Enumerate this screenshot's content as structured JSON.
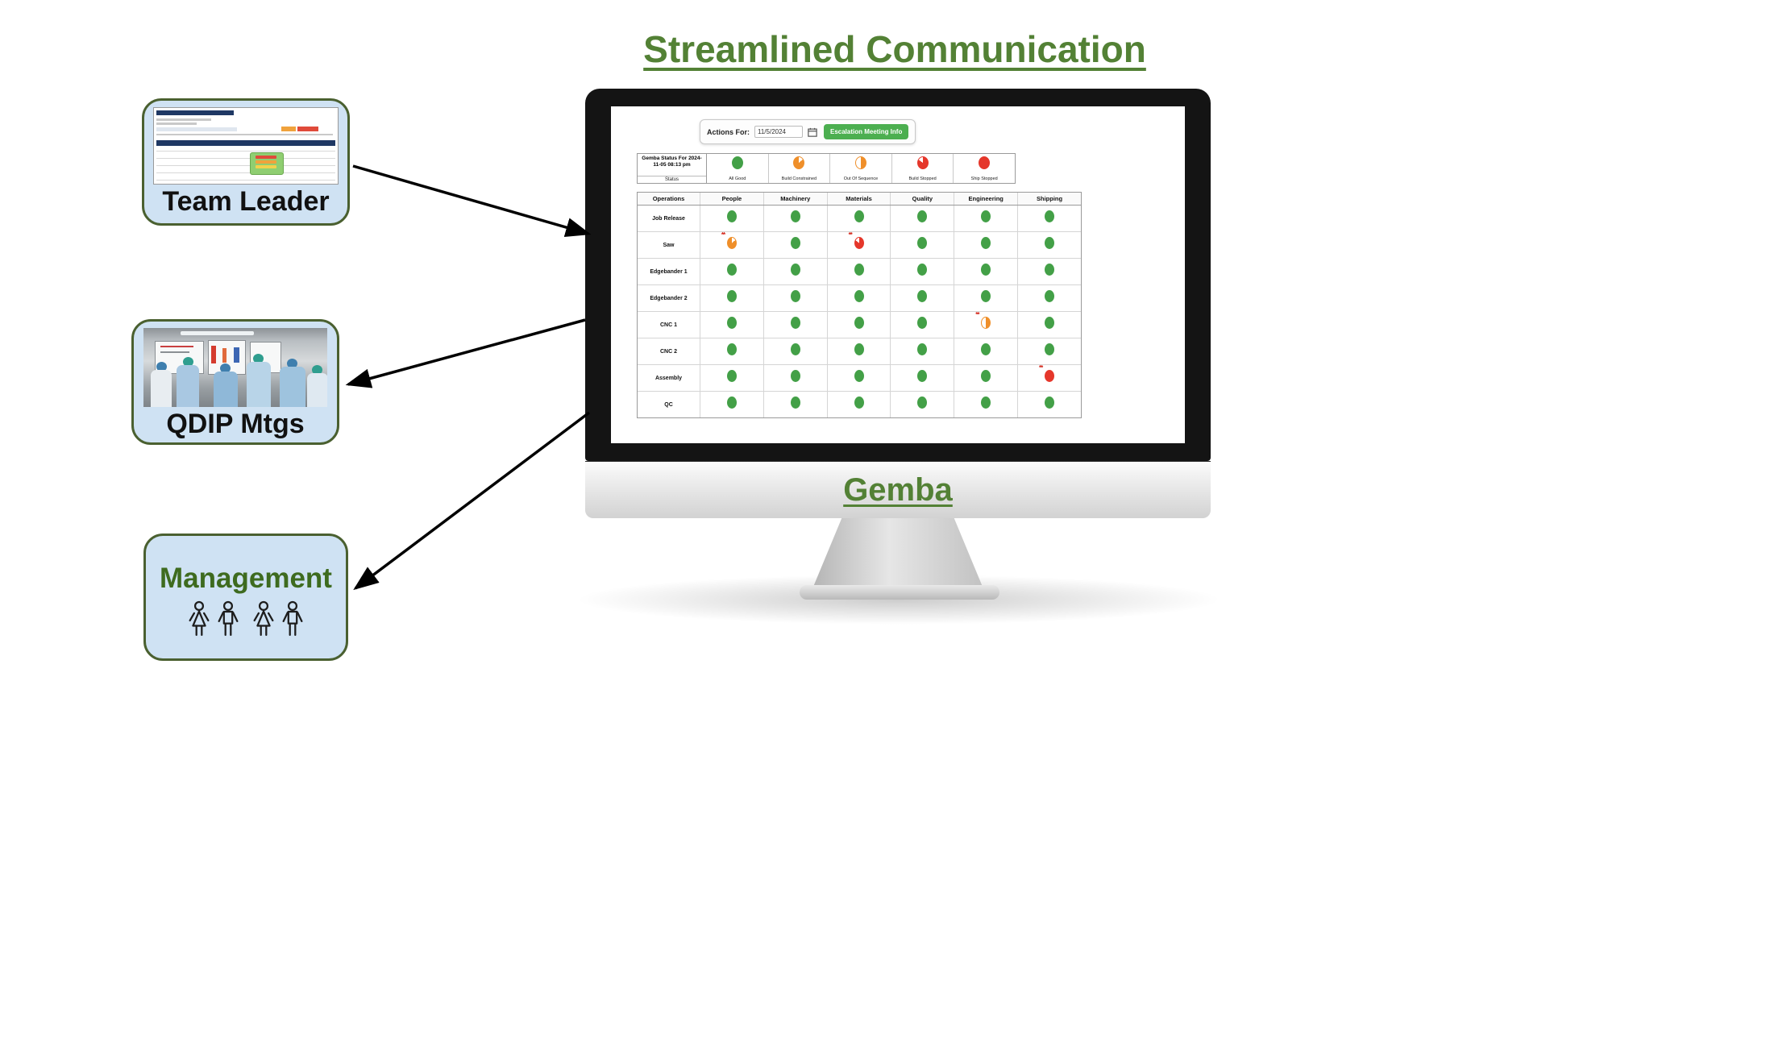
{
  "title": "Streamlined Communication",
  "monitor_label": "Gemba",
  "boxes": {
    "team_leader": {
      "label": "Team Leader"
    },
    "qdip": {
      "label": "QDIP Mtgs"
    },
    "management": {
      "label": "Management"
    }
  },
  "screen": {
    "toolbar": {
      "actions_label": "Actions For:",
      "date_value": "11/5/2024",
      "button_label": "Escalation Meeting Info"
    },
    "legend": {
      "title": "Gemba Status For 2024-11-05 08:13 pm",
      "status_label": "Status",
      "items": [
        {
          "label": "All Good",
          "status": "g"
        },
        {
          "label": "Build Constrained",
          "status": "bc"
        },
        {
          "label": "Out Of Sequence",
          "status": "oos"
        },
        {
          "label": "Build Stopped",
          "status": "bs"
        },
        {
          "label": "Ship Stopped",
          "status": "ss"
        }
      ]
    },
    "table": {
      "columns": [
        "Operations",
        "People",
        "Machinery",
        "Materials",
        "Quality",
        "Engineering",
        "Shipping"
      ],
      "rows": [
        {
          "name": "Job Release",
          "cells": [
            "g",
            "g",
            "g",
            "g",
            "g",
            "g"
          ]
        },
        {
          "name": "Saw",
          "cells": [
            "bc*",
            "g",
            "bs*",
            "g",
            "g",
            "g"
          ]
        },
        {
          "name": "Edgebander 1",
          "cells": [
            "g",
            "g",
            "g",
            "g",
            "g",
            "g"
          ]
        },
        {
          "name": "Edgebander 2",
          "cells": [
            "g",
            "g",
            "g",
            "g",
            "g",
            "g"
          ]
        },
        {
          "name": "CNC 1",
          "cells": [
            "g",
            "g",
            "g",
            "g",
            "oos*",
            "g"
          ]
        },
        {
          "name": "CNC 2",
          "cells": [
            "g",
            "g",
            "g",
            "g",
            "g",
            "g"
          ]
        },
        {
          "name": "Assembly",
          "cells": [
            "g",
            "g",
            "g",
            "g",
            "g",
            "ss*"
          ]
        },
        {
          "name": "QC",
          "cells": [
            "g",
            "g",
            "g",
            "g",
            "g",
            "g"
          ]
        }
      ],
      "flag_marker": "**"
    }
  },
  "icons": {
    "calendar": "calendar-icon",
    "people_group": "people-group-icon"
  },
  "colors": {
    "title_green": "#538135",
    "box_blue": "#cfe2f3",
    "box_border": "#4a6030",
    "status_green": "#43a047",
    "status_orange": "#ef8f2a",
    "status_red": "#e5372b",
    "button_green": "#4caf50"
  }
}
